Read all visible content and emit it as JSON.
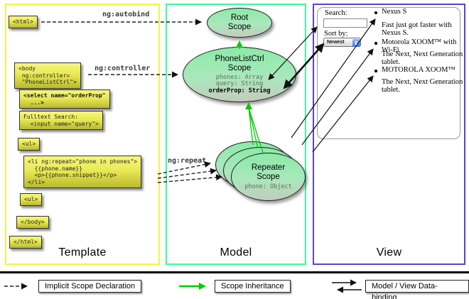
{
  "columns": {
    "template_label": "Template",
    "model_label": "Model",
    "view_label": "View"
  },
  "template": {
    "boxes": {
      "html_open": "<html>",
      "body_open": "<body\n ng:controller=\n \"PhoneListCtrl\">",
      "select": "<select name=\"orderProp\"\n  ...>",
      "fulltext": "Fulltext Search:\n  <input name=\"query\">",
      "ul_open": "<ul>",
      "li_repeat": "<li ng:repeat=\"phone in phones\">\n  {{phone.name}}\n  <p>{{phone.snippet}}</p>\n</li>",
      "ul_close": "<ul>",
      "body_close": "</body>",
      "html_close": "</html>"
    },
    "edge_labels": {
      "autobind": "ng:autobind",
      "controller": "ng:controller",
      "repeat": "ng:repeat"
    }
  },
  "model": {
    "root_scope": {
      "line1": "Root",
      "line2": "Scope"
    },
    "phonelist_scope": {
      "line1": "PhoneListCtrl",
      "line2": "Scope",
      "prop1": "phones: Array",
      "prop2": "query: String",
      "prop3": "orderProp: String"
    },
    "repeater_scope": {
      "line1": "Repeater",
      "line2": "Scope",
      "prop1": "phone: Object"
    }
  },
  "view": {
    "search_label": "Search:",
    "search_value": "",
    "sort_label": "Sort by:",
    "sort_selected": "Newest",
    "items": [
      {
        "title": "Nexus S",
        "desc": "Fast just got faster with Nexus S."
      },
      {
        "title": "Motorola XOOM™ with Wi-Fi",
        "desc": "The Next, Next Generation tablet."
      },
      {
        "title": "MOTOROLA XOOM™",
        "desc": "The Next, Next Generation tablet."
      }
    ]
  },
  "legend": {
    "implicit": "Implicit Scope Declaration",
    "inheritance": "Scope Inheritance",
    "databinding": "Model / View Data-binding"
  },
  "colors": {
    "template_border": "#f6f53c",
    "model_border": "#3efa9c",
    "view_border": "#5a43cb",
    "code_box_yellow": "#e9e955",
    "scope_green": "#8beaa8",
    "inheritance_arrow": "#00cc00"
  }
}
